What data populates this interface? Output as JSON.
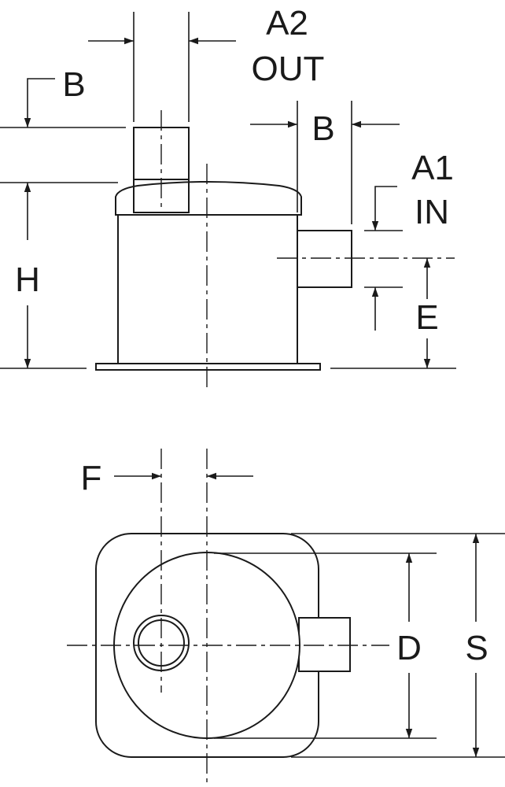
{
  "drawing": {
    "labels": {
      "a2": "A2",
      "out": "OUT",
      "b_left": "B",
      "b_right": "B",
      "a1": "A1",
      "in": "IN",
      "h": "H",
      "e": "E",
      "f": "F",
      "d": "D",
      "s": "S"
    }
  }
}
